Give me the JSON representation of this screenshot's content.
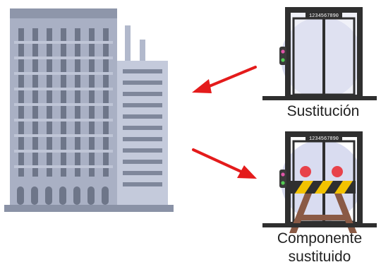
{
  "diagram": {
    "top_elevator": {
      "caption": "Sustitución",
      "floor_display": "1234567890"
    },
    "bottom_elevator": {
      "caption_line1": "Componente",
      "caption_line2": "sustituido",
      "floor_display": "1234567890"
    },
    "colors": {
      "building_main": "#a9b0c4",
      "building_dark": "#7a8296",
      "building_light": "#c4cadb",
      "arrow": "#e41b1b",
      "elevator_frame": "#2f2f2f",
      "elevator_glow": "#d9dcf0",
      "barrier_yellow": "#f2c200",
      "sawhorse": "#8a5a45",
      "warning_light": "#e8424a"
    }
  }
}
